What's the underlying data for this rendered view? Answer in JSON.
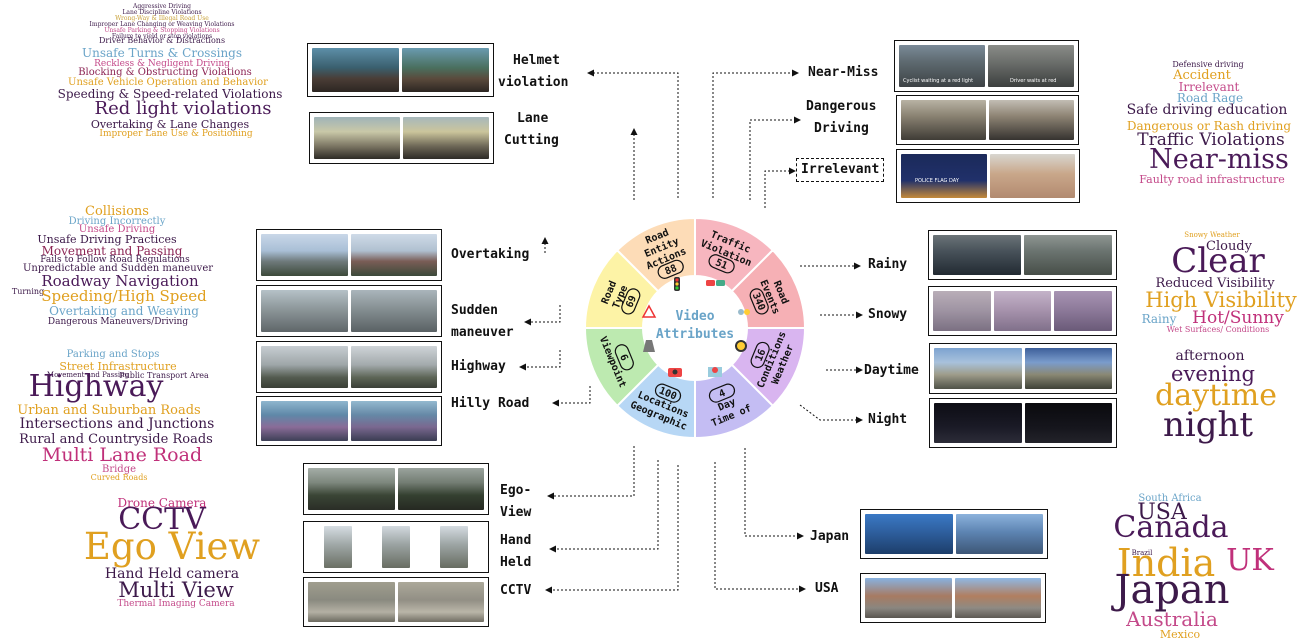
{
  "center": {
    "line1": "Video",
    "line2": "Attributes"
  },
  "segments": [
    {
      "id": "traffic-violation",
      "lines": [
        "Traffic",
        "Violation"
      ],
      "count": "51",
      "color": "#f7b6bf"
    },
    {
      "id": "road-events",
      "lines": [
        "Road",
        "Events"
      ],
      "count": "340",
      "color": "#f6b0b5"
    },
    {
      "id": "weather-conditions",
      "lines": [
        "Weather",
        "Conditions"
      ],
      "count": "16",
      "color": "#d9b5f0"
    },
    {
      "id": "time-of-day",
      "lines": [
        "Time of",
        "Day"
      ],
      "count": "4",
      "color": "#c4bdf3"
    },
    {
      "id": "geographic-locations",
      "lines": [
        "Geographic",
        "Locations"
      ],
      "count": "100",
      "color": "#b7d7f5"
    },
    {
      "id": "viewpoint",
      "lines": [
        "Viewpoint"
      ],
      "count": "6",
      "color": "#bdeab0"
    },
    {
      "id": "road-type",
      "lines": [
        "Road",
        "Type"
      ],
      "count": "69",
      "color": "#fdf3a6"
    },
    {
      "id": "road-entity-actions",
      "lines": [
        "Road",
        "Entity",
        "Actions"
      ],
      "count": "88",
      "color": "#fddcb7"
    }
  ],
  "labels": {
    "helmet": [
      "Helmet",
      "violation"
    ],
    "lane": [
      "Lane",
      "Cutting"
    ],
    "overtaking": [
      "Overtaking"
    ],
    "sudden": [
      "Sudden",
      "maneuver"
    ],
    "highway": [
      "Highway"
    ],
    "hilly": [
      "Hilly Road"
    ],
    "ego": [
      "Ego-",
      "View"
    ],
    "handheld": [
      "Hand",
      "Held"
    ],
    "cctv": [
      "CCTV"
    ],
    "nearmiss": [
      "Near-Miss"
    ],
    "dangerous": [
      "Dangerous",
      "Driving"
    ],
    "irrelevant": [
      "Irrelevant"
    ],
    "rainy": [
      "Rainy"
    ],
    "snowy": [
      "Snowy"
    ],
    "daytime": [
      "Daytime"
    ],
    "night": [
      "Night"
    ],
    "japan": [
      "Japan"
    ],
    "usa": [
      "USA"
    ]
  },
  "image_captions": {
    "nearmiss_left": "Cyclist waiting at a red light",
    "nearmiss_right": "Driver waits at red",
    "irrelevant": "POLICE FLAG DAY"
  },
  "wordclouds": {
    "traffic": [
      {
        "t": "Aggressive Driving",
        "c": "#3d1a4a"
      },
      {
        "t": "Lane Discipline Violations",
        "c": "#3d1a4a"
      },
      {
        "t": "Wrong-Way & Illegal Road Use",
        "c": "#c9a13a"
      },
      {
        "t": "Improper Lane Changing or Weaving Violations",
        "c": "#3d1a4a"
      },
      {
        "t": "Unsafe Parking & Stopping Violations",
        "c": "#c44a8a"
      },
      {
        "t": "Failure to yield or stop violations",
        "c": "#3d1a4a"
      },
      {
        "t": "Driver Behavior & Distractions",
        "c": "#3d1a4a"
      },
      {
        "t": "Unsafe Turns & Crossings",
        "c": "#6aa4c8"
      },
      {
        "t": "Reckless & Negligent Driving",
        "c": "#c44a8a"
      },
      {
        "t": "Blocking & Obstructing Violations",
        "c": "#8c2454"
      },
      {
        "t": "Unsafe Vehicle Operation and Behavior",
        "c": "#e0a020"
      },
      {
        "t": "Speeding & Speed-related Violations",
        "c": "#3d1a4a"
      },
      {
        "t": "Red light violations",
        "c": "#4a1a58"
      },
      {
        "t": "Overtaking & Lane Changes",
        "c": "#3d1a4a"
      },
      {
        "t": "Improper Lane Use & Positioning",
        "c": "#e0a020"
      }
    ],
    "actions": [
      {
        "t": "Collisions",
        "c": "#e0a020"
      },
      {
        "t": "Driving Incorrectly",
        "c": "#6aa4c8"
      },
      {
        "t": "Unsafe Driving",
        "c": "#c44a8a"
      },
      {
        "t": "Unsafe Driving Practices",
        "c": "#3d1a4a"
      },
      {
        "t": "Movement and Passing",
        "c": "#8c2454"
      },
      {
        "t": "Fails to Follow Road Regulations",
        "c": "#3d1a4a"
      },
      {
        "t": "Unpredictable and Sudden maneuver",
        "c": "#3d1a4a"
      },
      {
        "t": "Roadway Navigation",
        "c": "#4a1a58"
      },
      {
        "t": "Turning",
        "c": "#3d1a4a"
      },
      {
        "t": "Speeding/High Speed",
        "c": "#e0a020"
      },
      {
        "t": "Overtaking and Weaving",
        "c": "#6aa4c8"
      },
      {
        "t": "Dangerous Maneuvers/Driving",
        "c": "#3d1a4a"
      }
    ],
    "roadtype": [
      {
        "t": "Parking and Stops",
        "c": "#6aa4c8"
      },
      {
        "t": "Street Infrastructure",
        "c": "#e0a020"
      },
      {
        "t": "Movement and Passing",
        "c": "#3d1a4a"
      },
      {
        "t": "Public Transport Area",
        "c": "#3d1a4a"
      },
      {
        "t": "Highway",
        "c": "#4a1a58"
      },
      {
        "t": "Urban and Suburban Roads",
        "c": "#e0a020"
      },
      {
        "t": "Intersections and Junctions",
        "c": "#3d1a4a"
      },
      {
        "t": "Rural and Countryside Roads",
        "c": "#3d1a4a"
      },
      {
        "t": "Multi Lane Road",
        "c": "#c0307a"
      },
      {
        "t": "Bridge",
        "c": "#c44a8a"
      },
      {
        "t": "Curved Roads",
        "c": "#e0a020"
      }
    ],
    "viewpoint": [
      {
        "t": "Drone Camera",
        "c": "#c0307a"
      },
      {
        "t": "CCTV",
        "c": "#4a1a58"
      },
      {
        "t": "Ego View",
        "c": "#e0a020"
      },
      {
        "t": "Hand Held camera",
        "c": "#3d1a4a"
      },
      {
        "t": "Multi View",
        "c": "#3d1a4a"
      },
      {
        "t": "Thermal Imaging Camera",
        "c": "#c44a8a"
      }
    ],
    "events": [
      {
        "t": "Defensive driving",
        "c": "#3d1a4a"
      },
      {
        "t": "Accident",
        "c": "#e0a020"
      },
      {
        "t": "Irrelevant",
        "c": "#c44a8a"
      },
      {
        "t": "Road Rage",
        "c": "#6aa4c8"
      },
      {
        "t": "Safe driving education",
        "c": "#3d1a4a"
      },
      {
        "t": "Dangerous or Rash driving",
        "c": "#e0a020"
      },
      {
        "t": "Traffic Violations",
        "c": "#3d1a4a"
      },
      {
        "t": "Near-miss",
        "c": "#4a1a58"
      },
      {
        "t": "Faulty road infrastructure",
        "c": "#c44a8a"
      }
    ],
    "weather": [
      {
        "t": "Snowy Weather",
        "c": "#e0a020"
      },
      {
        "t": "Cloudy",
        "c": "#3d1a4a"
      },
      {
        "t": "Clear",
        "c": "#4a1a58"
      },
      {
        "t": "Reduced Visibility",
        "c": "#3d1a4a"
      },
      {
        "t": "High Visibility",
        "c": "#e0a020"
      },
      {
        "t": "Rainy",
        "c": "#6aa4c8"
      },
      {
        "t": "Hot/Sunny",
        "c": "#c0307a"
      },
      {
        "t": "Wet Surfaces/ Conditions",
        "c": "#c44a8a"
      }
    ],
    "time": [
      {
        "t": "afternoon",
        "c": "#3d1a4a"
      },
      {
        "t": "evening",
        "c": "#4a1a58"
      },
      {
        "t": "daytime",
        "c": "#e0a020"
      },
      {
        "t": "night",
        "c": "#3d1a4a"
      }
    ],
    "geo": [
      {
        "t": "South Africa",
        "c": "#6aa4c8"
      },
      {
        "t": "USA",
        "c": "#3d1a4a"
      },
      {
        "t": "Canada",
        "c": "#4a1a58"
      },
      {
        "t": "Brazil",
        "c": "#3d1a4a"
      },
      {
        "t": "India",
        "c": "#e0a020"
      },
      {
        "t": "UK",
        "c": "#c0307a"
      },
      {
        "t": "Japan",
        "c": "#3d1a4a"
      },
      {
        "t": "Australia",
        "c": "#c44a8a"
      },
      {
        "t": "Mexico",
        "c": "#e0a020"
      }
    ]
  }
}
